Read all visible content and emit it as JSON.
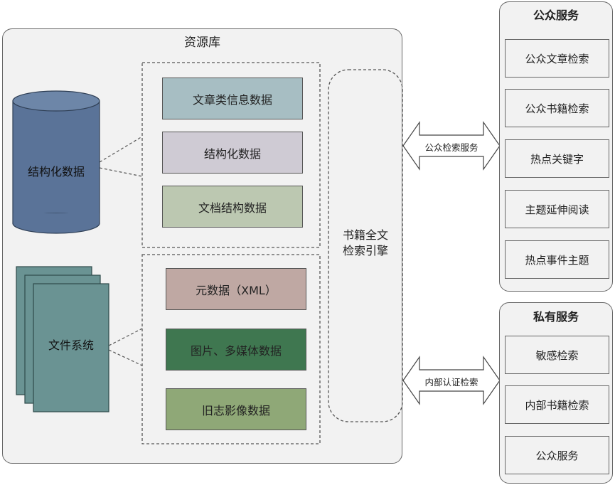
{
  "repository": {
    "title": "资源库",
    "structured_db": "结构化数据",
    "file_system": "文件系统",
    "group_top": [
      "文章类信息数据",
      "结构化数据",
      "文档结构数据"
    ],
    "group_bottom": [
      "元数据（XML）",
      "图片、多媒体数据",
      "旧志影像数据"
    ],
    "engine": "书籍全文检索引擎"
  },
  "connectors": {
    "public_search": "公众检索服务",
    "internal_search": "内部认证检索"
  },
  "public_services": {
    "title": "公众服务",
    "items": [
      "公众文章检索",
      "公众书籍检索",
      "热点关键字",
      "主题延伸阅读",
      "热点事件主题"
    ]
  },
  "private_services": {
    "title": "私有服务",
    "items": [
      "敏感检索",
      "内部书籍检索",
      "公众服务"
    ]
  },
  "colors": {
    "article_box": "#a7bec3",
    "structured_box": "#cfcbd4",
    "doc_struct_box": "#bcc8b1",
    "metadata_box": "#bfa8a3",
    "media_box": "#3f7750",
    "image_box": "#8fa877",
    "cylinder": "#5a7398",
    "file_stack": "#6a9393"
  }
}
